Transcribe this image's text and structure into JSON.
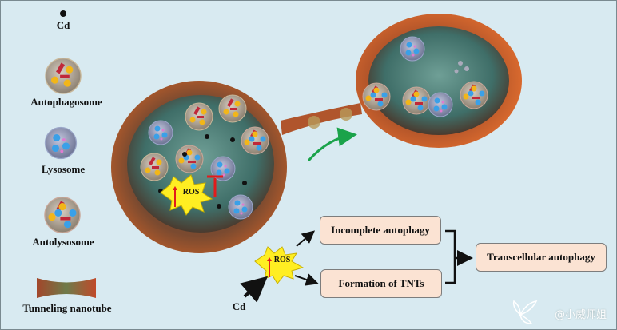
{
  "legend": {
    "cd": "Cd",
    "autophagosome": "Autophagosome",
    "lysosome": "Lysosome",
    "autolysosome": "Autolysosome",
    "tunneling_nanotube": "Tunneling nanotube"
  },
  "cell": {
    "ros": "ROS"
  },
  "pathway": {
    "ros": "ROS",
    "cd": "Cd",
    "incomplete": "Incomplete autophagy",
    "tnts": "Formation of TNTs",
    "result": "Transcellular autophagy"
  },
  "watermark": "@小威师姐",
  "colors": {
    "background": "#d8eaf1",
    "box": "#fbe3d3",
    "cell_membrane": "#8a4a2a",
    "arrow_green": "#1aa34a"
  }
}
